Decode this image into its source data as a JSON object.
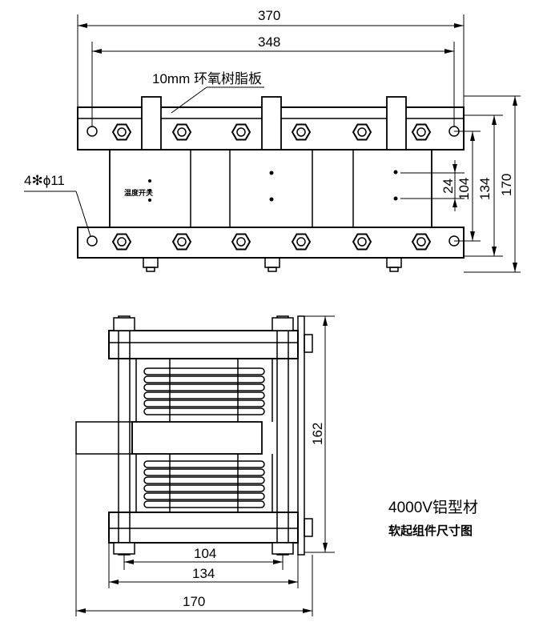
{
  "top_view": {
    "dim_overall": "370",
    "dim_holes": "348",
    "board_label": "10mm 环氧树脂板",
    "hole_label": "4✻ϕ11",
    "dim_24": "24",
    "dim_104": "104",
    "dim_134": "134",
    "dim_170": "170",
    "core_label": "温度开关"
  },
  "side_view": {
    "dim_162": "162",
    "dim_104": "104",
    "dim_134": "134",
    "dim_170": "170"
  },
  "caption": {
    "line1": "4000V铝型材",
    "line2": "软起组件尺寸图"
  }
}
